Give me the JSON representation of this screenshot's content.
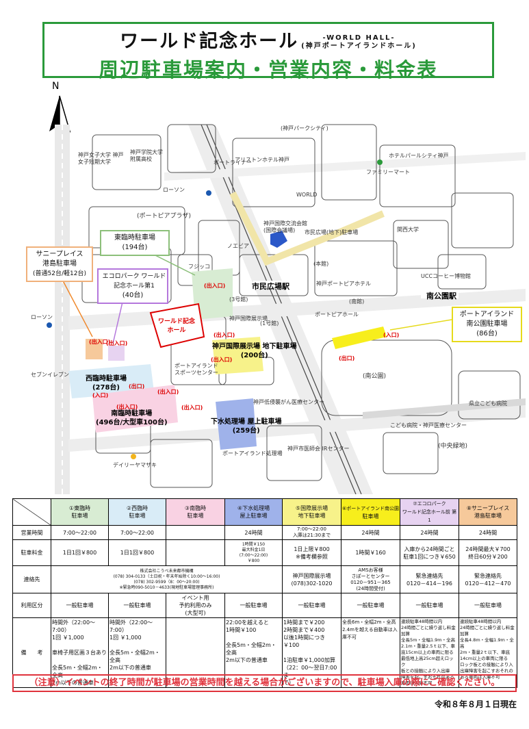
{
  "title": {
    "main": "ワールド記念ホール",
    "en": "-WORLD HALL-",
    "sub": "(神戸ポートアイランドホール)",
    "line2": "周辺駐車場案内・営業内容・料金表"
  },
  "map": {
    "north": "N",
    "callouts": {
      "higashi": {
        "name": "東臨時駐車場",
        "cap": "(194台)"
      },
      "sunny": {
        "name": "サニープレイス 港島駐車場",
        "cap": "(普通52台/軽12台)"
      },
      "eco": {
        "name": "エコロパーク ワールド記念ホール第1",
        "cap": "(40台)"
      },
      "portisland": {
        "name": "ポートアイランド 南公園駐車場",
        "cap": "(86台)"
      }
    },
    "lots": {
      "nishi": {
        "name": "西臨時駐車場",
        "cap": "(278台)"
      },
      "minami": {
        "name": "南臨時駐車場",
        "cap": "(496台/大型車100台)"
      },
      "kokusai": {
        "name": "神戸国際展示場 地下駐車場",
        "cap": "(200台)"
      },
      "gesui": {
        "name": "下水処理場 屋上駐車場",
        "cap": "(259台)"
      }
    },
    "places": {
      "hall": "ワールド記念 ホール",
      "shimin": "市民広場駅",
      "minamikoen_st": "南公園駅",
      "park_city": "(神戸パークシティ)",
      "plaza": "(ポートピアプラザ)",
      "minamikoen": "(南公園)",
      "chuo": "(中央緑地)",
      "joshi": "神戸女子大学 神戸女子短期大学",
      "gakuin": "神戸学院大学 附属高校",
      "ariston": "アリストンホテル神戸",
      "world": "WORLD",
      "kokusai_kaigi": "神戸国際交流会館 (国際会議場)",
      "hotel_pearl": "ホテルパールシティ神戸",
      "portopia_hotel": "神戸ポートピアホテル",
      "sports": "ポートアイランド スポーツセンター",
      "gesuisho": "ポートアイランド処理場",
      "ucc": "UCCコーヒー博物館",
      "kodomo": "県立こども病院",
      "lawson1": "ローソン",
      "lawson2": "ローソン",
      "seven": "セブンイレブン",
      "family": "ファミリーマート",
      "daily": "デイリーヤマザキ",
      "fujikko": "フジッコ",
      "noebia": "ノエビア",
      "kansai": "関西大学",
      "shiminhiroba_park": "市民広場(地下)駐車場",
      "genkou": "(3号館)",
      "hakurankai": "(本館)",
      "ppark": "(南館)",
      "expo": "(1号館)",
      "kokusaitenji": "神戸国際展示場",
      "portopia_hall": "ポートピアホール",
      "iryou": "神戸低侵襲がん医療センター",
      "nijiwa": "神戸市医師会 IRセンター",
      "road_port": "ポートライナー",
      "uc": "こども病院・神戸医療センター"
    },
    "entrance_in": "(入口)",
    "entrance_out": "(出口)",
    "entrance_inout": "(出入口)"
  },
  "table": {
    "headers": [
      {
        "num": "①東臨時",
        "name": "駐車場"
      },
      {
        "num": "②西臨時",
        "name": "駐車場"
      },
      {
        "num": "③南臨時",
        "name": "駐車場"
      },
      {
        "num": "④下水処理場",
        "name": "屋上駐車場"
      },
      {
        "num": "⑤国際展示場",
        "name": "地下駐車場"
      },
      {
        "num": "⑥ポートアイランド南公園",
        "name": "駐車場"
      },
      {
        "num": "⑦エコロパーク",
        "name": "ワールド記念ホール前 第1"
      },
      {
        "num": "⑧サニープレイス",
        "name": "港島駐車場"
      }
    ],
    "rows": {
      "hours": {
        "label": "営業時間",
        "c1": "7:00～22:00",
        "c2": "7:00～22:00",
        "c3": "",
        "c4": "24時間",
        "c5a": "7:00～22:00",
        "c5b": "入庫は21:30まで",
        "c6": "24時間",
        "c7": "24時間",
        "c8": "24時間"
      },
      "fee": {
        "label": "駐車料金",
        "c1": "1日1回￥800",
        "c2": "1日1回￥800",
        "c3": "",
        "c4a": "1時間￥150",
        "c4b": "最大料金1日",
        "c4c": "(7:00～22:00)",
        "c4d": "￥800",
        "c5a": "1日上限￥800",
        "c5b": "※備考欄参照",
        "c6": "1時間￥160",
        "c7a": "入庫から24時間ごと",
        "c7b": "駐車1回につき￥650",
        "c8a": "24時間最大￥700",
        "c8b": "終日60分￥200"
      },
      "contact": {
        "label": "連絡先",
        "c1a": "株式会社こうべ未来都市機構",
        "c1b": "(078) 304-0133（土日祝・年末年始除く10:00～16:00)",
        "c1c": "(078) 302-9599（8：00～20:00)",
        "c1d": "※緊急時090-5010－4633(現地駐車場管理事務所)",
        "c5a": "神戸国際展示場",
        "c5b": "(078)302-1020",
        "c6a": "AMSお客様",
        "c6b": "さぽーとセンター",
        "c6c": "0120－951－365",
        "c6d": "(24時間受付)",
        "c7a": "緊急連絡先",
        "c7b": "0120－414－196",
        "c8a": "緊急連絡先",
        "c8b": "0120－412－470"
      },
      "usage": {
        "label": "利用区分",
        "c1": "一般駐車場",
        "c2": "一般駐車場",
        "c3a": "イベント用",
        "c3b": "予約利用のみ",
        "c3c": "(大型可)",
        "c4": "一般駐車場",
        "c5": "一般駐車場",
        "c6": "一般駐車場",
        "c7": "一般駐車場",
        "c8": "一般駐車場"
      },
      "notes": {
        "label": "備　　考",
        "c1": [
          "時間外（22:00～7:00）",
          "1回 ￥1,000",
          "",
          "車椅子用区画３台あり",
          "",
          "全長5m・全幅2m・全高",
          "2m以下の普通車"
        ],
        "c2": [
          "時間外（22:00～7:00）",
          "1回 ￥1,000",
          "",
          "全長5m・全幅2m・全高",
          "2m以下の普通車"
        ],
        "c4": [
          "22:00を越えると",
          "1時間￥100",
          "",
          "全長5m・全幅2m・全高",
          "2m以下の普通車"
        ],
        "c5": [
          "1時間まで￥200",
          "2時間まで￥400",
          "以後1時間につき￥100",
          "",
          "1泊駐車￥1,000加算",
          "（22：00～翌日7:00ま",
          "で）"
        ],
        "c6": [
          "全長6m・全幅2m・全高",
          "2.4mを越える自動車は入",
          "庫不可"
        ],
        "c7": [
          "連続駐車48時間以内",
          "24時間ごとに繰り返し料金",
          "加算",
          "全長5m・全幅1.9m・全高",
          "2.1m・重量2.5ｔ以下、車",
          "底15cm以上の車両に限る",
          "最低地上高25cm超えロック",
          "板との接触により入出庫",
          "障害を起こすおそれのある",
          "車両は入庫不可"
        ],
        "c8": [
          "連続駐車48時間以内",
          "24時間ごとに繰り返し料金",
          "加算",
          "全長4.8m・全幅1.9m・全高",
          "2m・重量2ｔ以下、車底",
          "14cm以上の車両に限る",
          "ロック板との接触により入",
          "出庫障害を起こすおそれの",
          "ある車両は入庫不可"
        ]
      }
    }
  },
  "notice": "（注意）イベントの終了時間が駐車場の営業時間を越える場合がございますので、駐車場入庫の際にご確認ください。",
  "date": "令和８年８月１日現在"
}
